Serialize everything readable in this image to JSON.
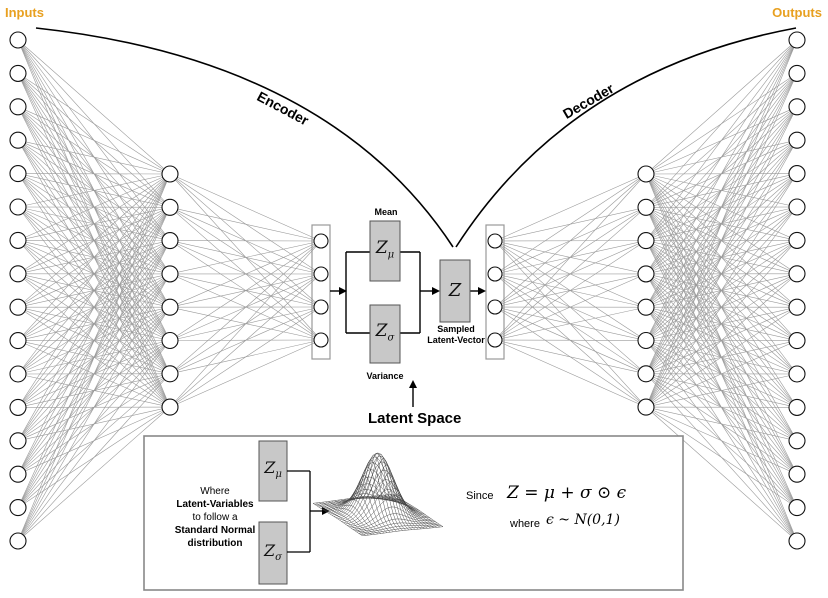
{
  "labels": {
    "inputs": "Inputs",
    "outputs": "Outputs",
    "encoder": "Encoder",
    "decoder": "Decoder",
    "mean": "Mean",
    "variance": "Variance",
    "sampled_line1": "Sampled",
    "sampled_line2": "Latent-Vector",
    "latent_space": "Latent Space"
  },
  "latent_boxes": {
    "mu": {
      "base": "Z",
      "sub": "μ"
    },
    "sigma": {
      "base": "Z",
      "sub": "σ"
    },
    "z": "Z"
  },
  "panel": {
    "text_line1": "Where",
    "text_line2": "Latent-Variables",
    "text_line3": "to follow a",
    "text_line4": "Standard Normal",
    "text_line5": "distribution",
    "since": "Since",
    "formula": "Z = μ + σ ⊙ ϵ",
    "where": "where",
    "formula2": "ϵ ~ N(0,1)"
  },
  "network": {
    "input_nodes": 16,
    "hidden_nodes": 8,
    "bottleneck_nodes": 4
  },
  "colors": {
    "label_orange": "#E8A020",
    "box_fill": "#c8c8c8",
    "connection": "#9a9a9a",
    "panel_border": "#888888"
  }
}
